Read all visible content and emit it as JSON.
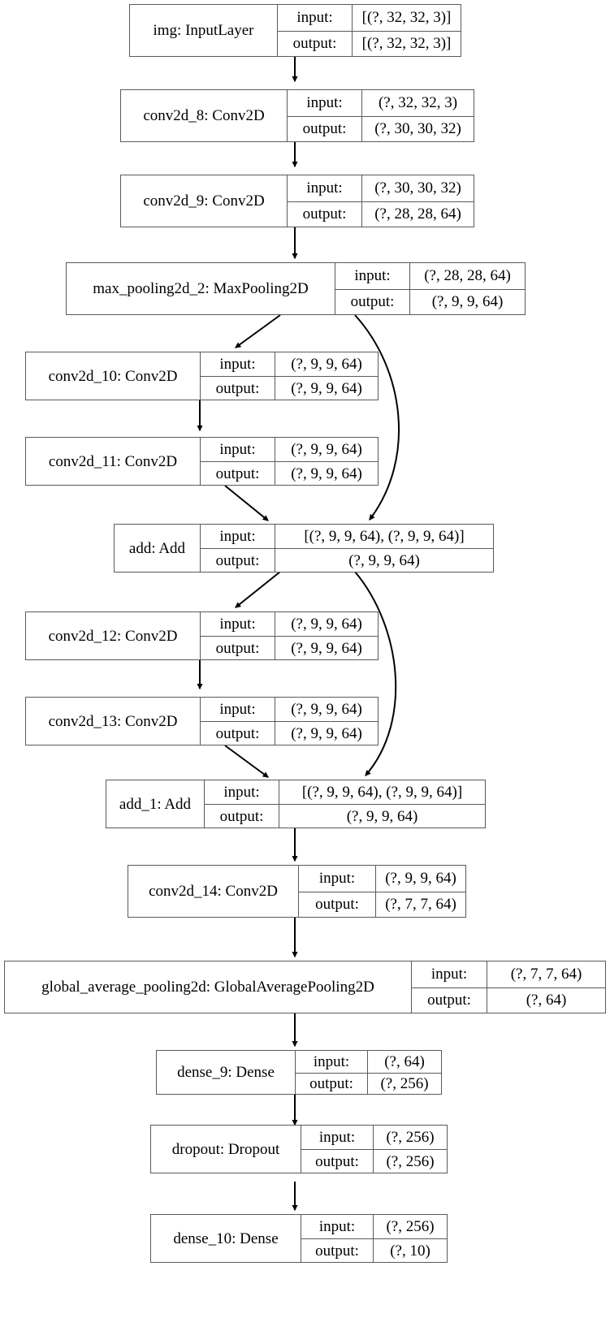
{
  "diagram": {
    "title": "Keras model architecture graph",
    "kind": "keras-plot_model",
    "background_color": "#ffffff",
    "border_color": "#5a5a5a",
    "text_color": "#000000",
    "io_labels": {
      "input": "input:",
      "output": "output:"
    },
    "nodes": [
      {
        "id": "img",
        "name": "img: InputLayer",
        "input": "[(?, 32, 32, 3)]",
        "output": "[(?, 32, 32, 3)]"
      },
      {
        "id": "conv2d_8",
        "name": "conv2d_8: Conv2D",
        "input": "(?, 32, 32, 3)",
        "output": "(?, 30, 30, 32)"
      },
      {
        "id": "conv2d_9",
        "name": "conv2d_9: Conv2D",
        "input": "(?, 30, 30, 32)",
        "output": "(?, 28, 28, 64)"
      },
      {
        "id": "max_pooling2d_2",
        "name": "max_pooling2d_2: MaxPooling2D",
        "input": "(?, 28, 28, 64)",
        "output": "(?, 9, 9, 64)"
      },
      {
        "id": "conv2d_10",
        "name": "conv2d_10: Conv2D",
        "input": "(?, 9, 9, 64)",
        "output": "(?, 9, 9, 64)"
      },
      {
        "id": "conv2d_11",
        "name": "conv2d_11: Conv2D",
        "input": "(?, 9, 9, 64)",
        "output": "(?, 9, 9, 64)"
      },
      {
        "id": "add",
        "name": "add: Add",
        "input": "[(?, 9, 9, 64), (?, 9, 9, 64)]",
        "output": "(?, 9, 9, 64)"
      },
      {
        "id": "conv2d_12",
        "name": "conv2d_12: Conv2D",
        "input": "(?, 9, 9, 64)",
        "output": "(?, 9, 9, 64)"
      },
      {
        "id": "conv2d_13",
        "name": "conv2d_13: Conv2D",
        "input": "(?, 9, 9, 64)",
        "output": "(?, 9, 9, 64)"
      },
      {
        "id": "add_1",
        "name": "add_1: Add",
        "input": "[(?, 9, 9, 64), (?, 9, 9, 64)]",
        "output": "(?, 9, 9, 64)"
      },
      {
        "id": "conv2d_14",
        "name": "conv2d_14: Conv2D",
        "input": "(?, 9, 9, 64)",
        "output": "(?, 7, 7, 64)"
      },
      {
        "id": "global_average_pooling2d",
        "name": "global_average_pooling2d: GlobalAveragePooling2D",
        "input": "(?, 7, 7, 64)",
        "output": "(?, 64)"
      },
      {
        "id": "dense_9",
        "name": "dense_9: Dense",
        "input": "(?, 64)",
        "output": "(?, 256)"
      },
      {
        "id": "dropout",
        "name": "dropout: Dropout",
        "input": "(?, 256)",
        "output": "(?, 256)"
      },
      {
        "id": "dense_10",
        "name": "dense_10: Dense",
        "input": "(?, 256)",
        "output": "(?, 10)"
      }
    ],
    "edges": [
      {
        "from": "img",
        "to": "conv2d_8",
        "style": "straight"
      },
      {
        "from": "conv2d_8",
        "to": "conv2d_9",
        "style": "straight"
      },
      {
        "from": "conv2d_9",
        "to": "max_pooling2d_2",
        "style": "straight"
      },
      {
        "from": "max_pooling2d_2",
        "to": "conv2d_10",
        "style": "diagonal"
      },
      {
        "from": "max_pooling2d_2",
        "to": "add",
        "style": "curve-skip"
      },
      {
        "from": "conv2d_10",
        "to": "conv2d_11",
        "style": "straight"
      },
      {
        "from": "conv2d_11",
        "to": "add",
        "style": "diagonal"
      },
      {
        "from": "add",
        "to": "conv2d_12",
        "style": "diagonal"
      },
      {
        "from": "add",
        "to": "add_1",
        "style": "curve-skip"
      },
      {
        "from": "conv2d_12",
        "to": "conv2d_13",
        "style": "straight"
      },
      {
        "from": "conv2d_13",
        "to": "add_1",
        "style": "diagonal"
      },
      {
        "from": "add_1",
        "to": "conv2d_14",
        "style": "straight"
      },
      {
        "from": "conv2d_14",
        "to": "global_average_pooling2d",
        "style": "straight"
      },
      {
        "from": "global_average_pooling2d",
        "to": "dense_9",
        "style": "straight"
      },
      {
        "from": "dense_9",
        "to": "dropout",
        "style": "straight"
      },
      {
        "from": "dropout",
        "to": "dense_10",
        "style": "straight"
      }
    ]
  }
}
